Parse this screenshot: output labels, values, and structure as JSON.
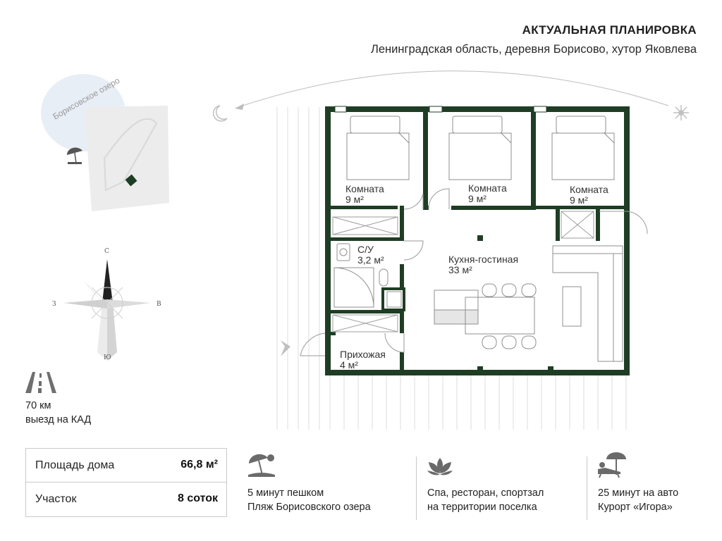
{
  "header": {
    "title": "АКТУАЛЬНАЯ ПЛАНИРОВКА",
    "subtitle": "Ленинградская область, деревня Борисово, хутор Яковлева"
  },
  "map": {
    "lake_label": "Борисовское озеро"
  },
  "compass": {
    "north": "С",
    "south": "Ю",
    "west": "З",
    "east": "В"
  },
  "rooms": {
    "room1": {
      "name": "Комната",
      "area": "9 м²"
    },
    "room2": {
      "name": "Комната",
      "area": "9 м²"
    },
    "room3": {
      "name": "Комната",
      "area": "9 м²"
    },
    "bathroom": {
      "name": "С/У",
      "area": "3,2 м²"
    },
    "kitchen": {
      "name": "Кухня-гостиная",
      "area": "33 м²"
    },
    "hallway": {
      "name": "Прихожая",
      "area": "4 м²"
    }
  },
  "road": {
    "distance": "70 км",
    "label": "выезд на КАД"
  },
  "info": {
    "house_area_label": "Площадь дома",
    "house_area_value": "66,8 м²",
    "plot_label": "Участок",
    "plot_value": "8 соток"
  },
  "features": [
    {
      "line1": "5 минут пешком",
      "line2": "Пляж Борисовского озера",
      "icon": "beach-umbrella-icon"
    },
    {
      "line1": "Спа, ресторан, спортзал",
      "line2": "на территории поселка",
      "icon": "lotus-icon"
    },
    {
      "line1": "25 минут на авто",
      "line2": "Курорт «Игора»",
      "icon": "sunbed-icon"
    }
  ],
  "colors": {
    "wall": "#1f3d24",
    "accent": "#1f3d24",
    "light_line": "#cfcfcf"
  }
}
